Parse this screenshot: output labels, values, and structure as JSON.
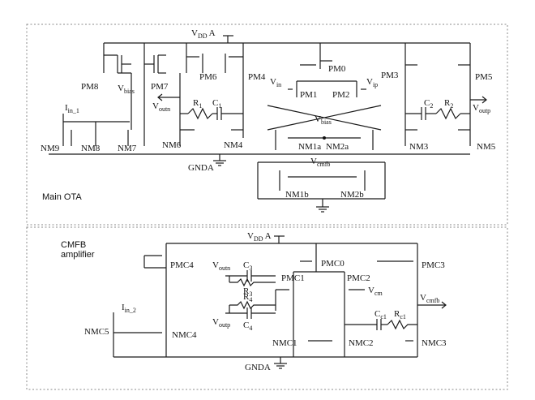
{
  "panels": {
    "main": {
      "title": "Main OTA"
    },
    "cmfb": {
      "title_line1": "CMFB",
      "title_line2": "amplifier"
    }
  },
  "main": {
    "supply": {
      "main": "V",
      "sub": "DD",
      "tail": " A"
    },
    "ground": "GNDA",
    "transistors": {
      "PM8": "PM8",
      "PM7": "PM7",
      "PM6": "PM6",
      "PM4": "PM4",
      "PM0": "PM0",
      "PM1": "PM1",
      "PM2": "PM2",
      "PM3": "PM3",
      "PM5": "PM5",
      "NM9": "NM9",
      "NM8": "NM8",
      "NM7": "NM7",
      "NM6": "NM6",
      "NM4": "NM4",
      "NM1a": "NM1a",
      "NM2a": "NM2a",
      "NM3": "NM3",
      "NM5": "NM5",
      "NM1b": "NM1b",
      "NM2b": "NM2b"
    },
    "passives": {
      "R1": {
        "main": "R",
        "sub": "1"
      },
      "C1": {
        "main": "C",
        "sub": "1"
      },
      "C2": {
        "main": "C",
        "sub": "2"
      },
      "R2": {
        "main": "R",
        "sub": "2"
      }
    },
    "nodes": {
      "vbias_pm8": {
        "main": "V",
        "sub": "bias"
      },
      "voutn": {
        "main": "V",
        "sub": "outn"
      },
      "vin": {
        "main": "V",
        "sub": "in"
      },
      "vip": {
        "main": "V",
        "sub": "ip"
      },
      "vbias_nm": {
        "main": "V",
        "sub": "bias"
      },
      "vcmfb": {
        "main": "V",
        "sub": "cmfb"
      },
      "voutp": {
        "main": "V",
        "sub": "outp"
      },
      "iin1": {
        "main": "I",
        "sub": "in_1"
      }
    }
  },
  "cmfb": {
    "supply": {
      "main": "V",
      "sub": "DD",
      "tail": " A"
    },
    "ground": "GNDA",
    "transistors": {
      "PMC4": "PMC4",
      "PMC0": "PMC0",
      "PMC3": "PMC3",
      "PMC1": "PMC1",
      "PMC2": "PMC2",
      "NMC5": "NMC5",
      "NMC4": "NMC4",
      "NMC1": "NMC1",
      "NMC2": "NMC2",
      "NMC3": "NMC3"
    },
    "passives": {
      "C3": {
        "main": "C",
        "sub": "3"
      },
      "R3": {
        "main": "R",
        "sub": "3"
      },
      "R4": {
        "main": "R",
        "sub": "4"
      },
      "C4": {
        "main": "C",
        "sub": "4"
      },
      "Cc1": {
        "main": "C",
        "sub": "c1"
      },
      "Rc1": {
        "main": "R",
        "sub": "c1"
      }
    },
    "nodes": {
      "voutn": {
        "main": "V",
        "sub": "outn"
      },
      "voutp": {
        "main": "V",
        "sub": "outp"
      },
      "vcm": {
        "main": "V",
        "sub": "cm"
      },
      "vcmfb": {
        "main": "V",
        "sub": "cmfb"
      },
      "iin2": {
        "main": "I",
        "sub": "in_2"
      }
    }
  }
}
